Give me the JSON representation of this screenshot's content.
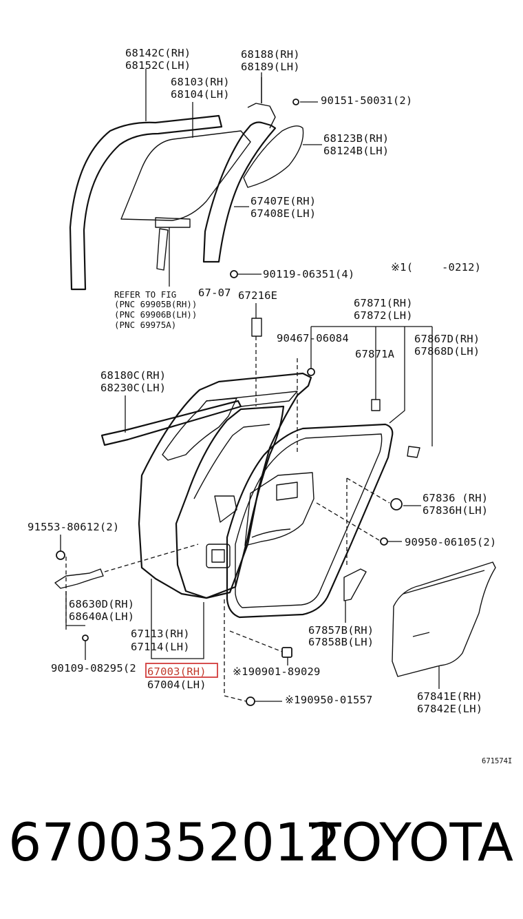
{
  "diagram": {
    "callouts": {
      "c68142c": "68142C(RH)",
      "c68152c": "68152C(LH)",
      "c68188": "68188(RH)",
      "c68189": "68189(LH)",
      "c68103": "68103(RH)",
      "c68104": "68104(LH)",
      "c90151": "90151-50031(2)",
      "c68123b": "68123B(RH)",
      "c68124b": "68124B(LH)",
      "c67407e": "67407E(RH)",
      "c67408e": "67408E(LH)",
      "c90119": "90119-06351(4)",
      "c_note1": "※1(",
      "c_note1b": "-0212)",
      "c_refer": "REFER TO FIG",
      "c_refer_fig": "67-07",
      "c_pnc1": "(PNC 69905B(RH))",
      "c_pnc2": "(PNC 69906B(LH))",
      "c_pnc3": "(PNC 69975A)",
      "c67216e": "67216E",
      "c67871": "67871(RH)",
      "c67872": "67872(LH)",
      "c90467": "90467-06084",
      "c67867d": "67867D(RH)",
      "c67868d": "67868D(LH)",
      "c67871a": "67871A",
      "c68180c": "68180C(RH)",
      "c68230c": "68230C(LH)",
      "c67836": "67836 (RH)",
      "c67836h": "67836H(LH)",
      "c91553": "91553-80612(2)",
      "c90950": "90950-06105(2)",
      "c68630d": "68630D(RH)",
      "c68640a": "68640A(LH)",
      "c67857b": "67857B(RH)",
      "c67858b": "67858B(LH)",
      "c67113": "67113(RH)",
      "c67114": "67114(LH)",
      "c90109": "90109-08295(2",
      "c67003": "67003(RH)",
      "c67004": "67004(LH)",
      "c190901": "※190901-89029",
      "c190950": "※190950-01557",
      "c67841e": "67841E(RH)",
      "c67842e": "67842E(LH)",
      "c_figcode": "671574I"
    },
    "highlight_color": "#d23b3b"
  },
  "footer": {
    "part_number": "6700352012",
    "brand": "TOYOTA"
  }
}
